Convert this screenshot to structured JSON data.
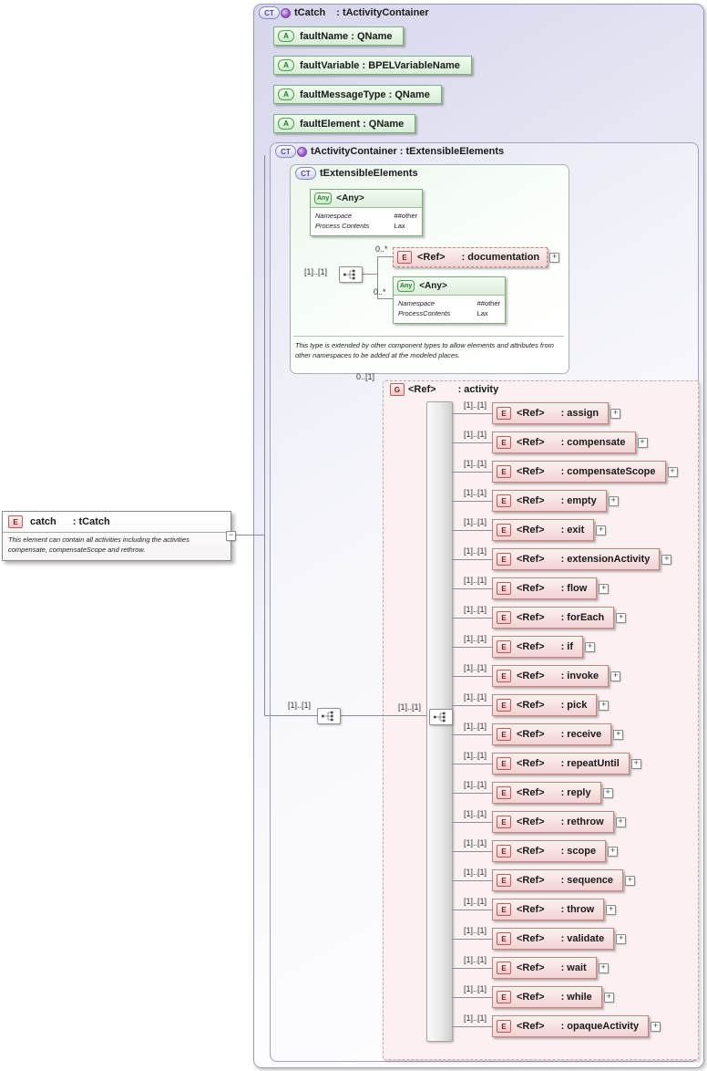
{
  "icons": {
    "ct": "CT",
    "a": "A",
    "e": "E",
    "g": "G",
    "any": "Any",
    "plus": "+",
    "minus": "−"
  },
  "cards": {
    "req": "[1]..[1]",
    "zero_star": "0..*",
    "zero_one": "0..[1]"
  },
  "labels": {
    "ref": "<Ref>",
    "any": "<Any>"
  },
  "root_element": {
    "name": "catch",
    "type": ": tCatch",
    "doc": "This element can contain all activities including the activities compensate, compensateScope and rethrow."
  },
  "outer": {
    "name": "tCatch",
    "type": ": tActivityContainer"
  },
  "attributes": [
    {
      "label": "faultName : QName"
    },
    {
      "label": "faultVariable : BPELVariableName"
    },
    {
      "label": "faultMessageType : QName"
    },
    {
      "label": "faultElement : QName"
    }
  ],
  "inner": {
    "title": "tActivityContainer : tExtensibleElements"
  },
  "extensible": {
    "title": "tExtensibleElements",
    "any_attr": {
      "ns_label": "Namespace",
      "ns_value": "##other",
      "pc_label": "Process Contents",
      "pc_value": "Lax"
    },
    "documentation": {
      "type": ": documentation"
    },
    "any_elem": {
      "ns_label": "Namespace",
      "ns_value": "##other",
      "pc_label": "ProcessContents",
      "pc_value": "Lax"
    },
    "footnote1": "This type is extended by other component types to allow elements and attributes from",
    "footnote2": "other namespaces to be added at the modeled places."
  },
  "activity": {
    "type": ": activity",
    "items": [
      {
        "type": ": assign"
      },
      {
        "type": ": compensate"
      },
      {
        "type": ": compensateScope"
      },
      {
        "type": ": empty"
      },
      {
        "type": ": exit"
      },
      {
        "type": ": extensionActivity"
      },
      {
        "type": ": flow"
      },
      {
        "type": ": forEach"
      },
      {
        "type": ": if"
      },
      {
        "type": ": invoke"
      },
      {
        "type": ": pick"
      },
      {
        "type": ": receive"
      },
      {
        "type": ": repeatUntil"
      },
      {
        "type": ": reply"
      },
      {
        "type": ": rethrow"
      },
      {
        "type": ": scope"
      },
      {
        "type": ": sequence"
      },
      {
        "type": ": throw"
      },
      {
        "type": ": validate"
      },
      {
        "type": ": wait"
      },
      {
        "type": ": while"
      },
      {
        "type": ": opaqueActivity"
      }
    ]
  }
}
